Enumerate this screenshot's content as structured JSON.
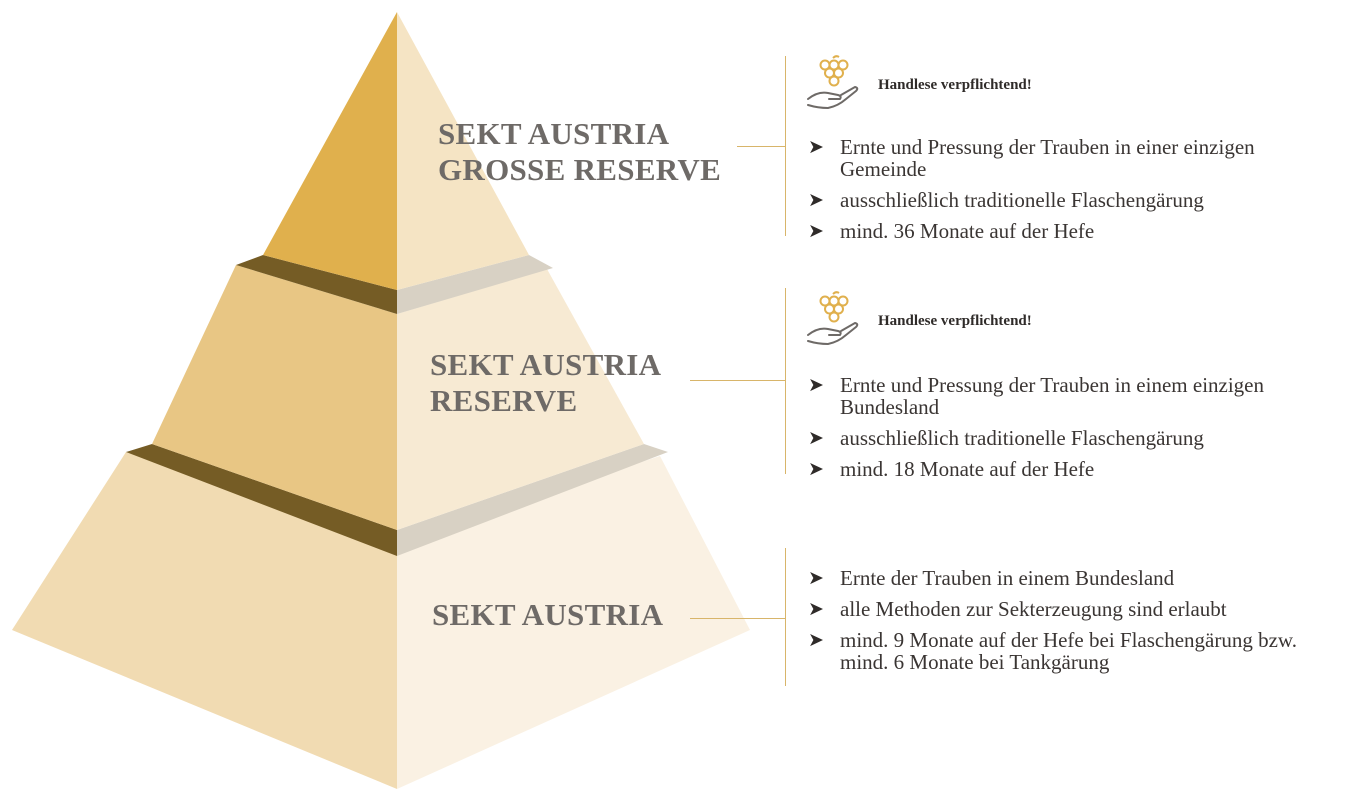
{
  "colors": {
    "tier1_left": "#e0b04d",
    "tier1_right": "#f5e4c4",
    "tier2_left": "#e8c684",
    "tier2_right": "#f7ead3",
    "tier3_left": "#f1dbb2",
    "tier3_right": "#faf1e3",
    "band_left": "#755c25",
    "band_right": "#d8d1c4",
    "label_text": "#6e6a67",
    "connector": "#d8b56a"
  },
  "tiers": [
    {
      "label_lines": [
        "SEKT AUSTRIA",
        "GROSSE RESERVE"
      ],
      "handlese": "Handlese verpflichtend!",
      "bullets": [
        "Ernte und Pressung der Trauben in einer einzigen Gemeinde",
        "ausschließlich traditionelle Flaschengärung",
        "mind. 36 Monate auf der Hefe"
      ]
    },
    {
      "label_lines": [
        "SEKT AUSTRIA",
        "RESERVE"
      ],
      "handlese": "Handlese verpflichtend!",
      "bullets": [
        "Ernte und Pressung der Trauben in einem einzigen Bundesland",
        "ausschließlich traditionelle Flaschengärung",
        "mind. 18 Monate auf der Hefe"
      ]
    },
    {
      "label_lines": [
        "SEKT AUSTRIA"
      ],
      "bullets": [
        "Ernte der Trauben in einem Bundesland",
        "alle Methoden zur Sekterzeugung sind erlaubt",
        "mind. 9 Monate auf der Hefe bei Flaschengärung bzw. mind. 6 Monate bei Tankgärung"
      ]
    }
  ],
  "icons": {
    "grape": "grape-icon",
    "hand": "hand-icon",
    "arrow": "➤"
  }
}
